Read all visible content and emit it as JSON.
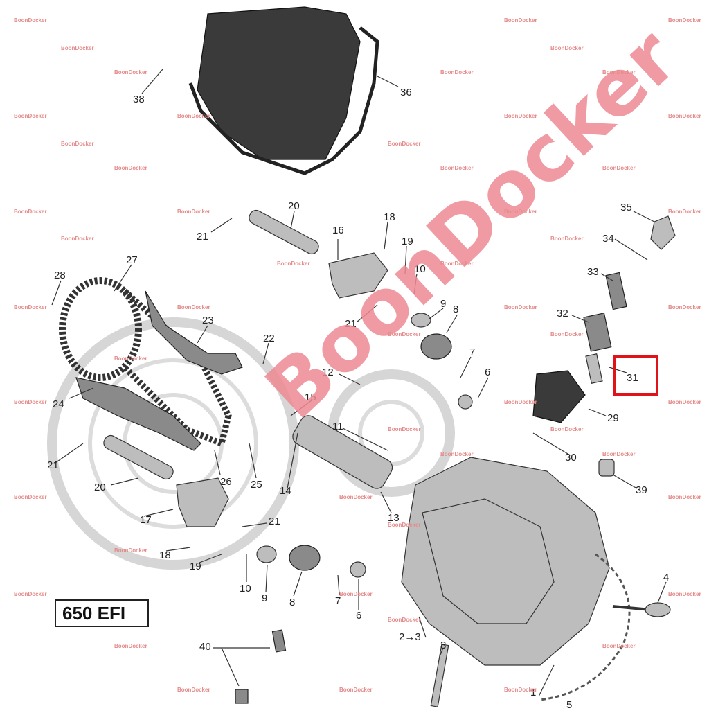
{
  "diagram": {
    "model_label": "650 EFI",
    "brand_watermark": "BoonDocker",
    "small_watermark": "BoonDocker",
    "highlighted_part": "31",
    "accent_color": "#e0131a",
    "watermark_color": "#ee8a93",
    "callouts": [
      "38",
      "36",
      "20",
      "21",
      "18",
      "16",
      "19",
      "10",
      "9",
      "8",
      "27",
      "28",
      "23",
      "22",
      "12",
      "21",
      "7",
      "6",
      "35",
      "34",
      "33",
      "32",
      "31",
      "29",
      "30",
      "39",
      "15",
      "24",
      "21",
      "11",
      "20",
      "26",
      "25",
      "14",
      "13",
      "17",
      "21",
      "18",
      "19",
      "10",
      "9",
      "8",
      "7",
      "6",
      "4",
      "2→3",
      "3",
      "40",
      "1",
      "5"
    ]
  }
}
